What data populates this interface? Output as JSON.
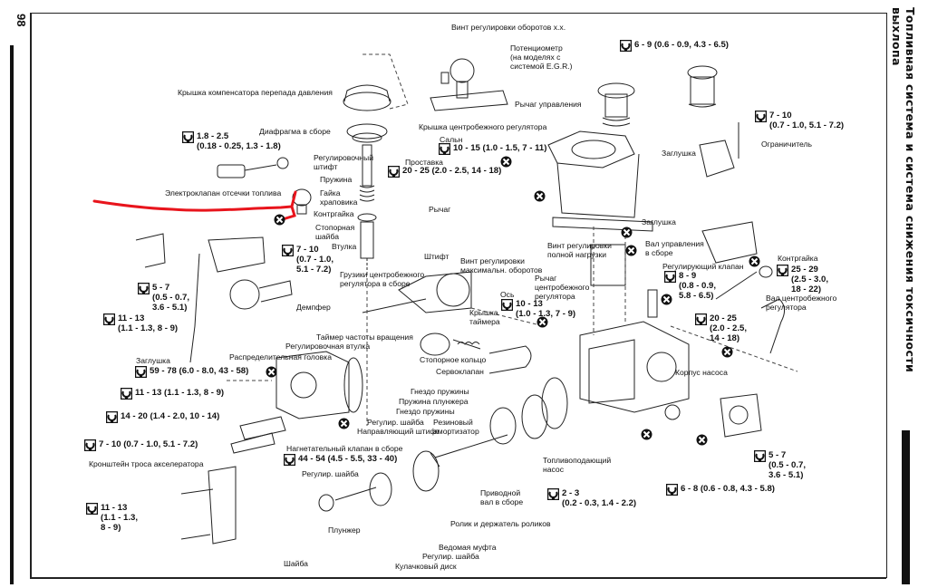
{
  "page": {
    "page_number": "98",
    "side_title": "Топливная система и система снижения токсичности выхлопа",
    "annotation": {
      "type": "freehand-line",
      "color": "#e8141c",
      "points_to": "Электроклапан отсечки топлива"
    }
  },
  "labels": {
    "idle_screw": "Винт регулировки оборотов х.х.",
    "potentiometer": "Потенциометр\n(на моделях с\nсистемой E.G.R.)",
    "comp_cover": "Крышка компенсатора перепада давления",
    "diaphragm": "Диафрагма в сборе",
    "adj_pin": "Регулировочный\nштифт",
    "spring": "Пружина",
    "ratchet_nut": "Гайка\nхраповика",
    "locknut": "Контргайка",
    "lock_washer": "Стопорная\nшайба",
    "bushing": "Втулка",
    "spacer": "Проставка",
    "control_lever": "Рычаг управления",
    "gov_cover": "Крышка центробежного регулятора",
    "seal": "Сальн",
    "plug_top": "Заглушка",
    "limiter": "Ограничитель",
    "fuel_cut_solenoid": "Электроклапан отсечки топлива",
    "lever": "Рычаг",
    "pin": "Штифт",
    "max_speed_screw": "Винт регулировки\nмаксимальн. оборотов",
    "full_load_screw": "Винт регулировки\nполной нагрузки",
    "plug_mid": "Заглушка",
    "control_shaft": "Вал управления\nв сборе",
    "reg_valve": "Регулирующий клапан",
    "locknut_right": "Контргайка",
    "gov_shaft": "Вал центробежного\nрегулятора",
    "flyweights": "Грузики центробежного\nрегулятора в сборе",
    "gov_lever": "Рычаг\nцентробежного\nрегулятора",
    "axle": "Ось",
    "damper": "Демпфер",
    "timer_cover": "Крышка\nтаймера",
    "timer": "Таймер частоты вращения",
    "adj_sleeve": "Регулировочная втулка",
    "dist_head": "Распределительная головка",
    "plug_left": "Заглушка",
    "snap_ring": "Стопорное кольцо",
    "servo_valve": "Сервоклапан",
    "spring_seat1": "Гнездо пружины",
    "plunger_spring": "Пружина плунжера",
    "spring_seat2": "Гнездо пружины",
    "adj_shim": "Регулир. шайба",
    "guide_pin": "Направляющий штифт",
    "rubber_damper": "Резиновый\nамортизатор",
    "delivery_valve": "Нагнетательный клапан в сборе",
    "pump_body": "Корпус насоса",
    "accel_bracket": "Кронштейн троса акселератора",
    "adj_shim2": "Регулир. шайба",
    "plunger": "Плунжер",
    "washer": "Шайба",
    "drive_shaft": "Приводной\nвал в сборе",
    "feed_pump": "Топливоподающий\nнасос",
    "roller_holder": "Ролик и держатель роликов",
    "driven_coupling": "Ведомая муфта",
    "adj_shim3": "Регулир. шайба",
    "cam_disk": "Кулачковый диск"
  },
  "torques": {
    "t_6_9": "6 - 9 (0.6 - 0.9, 4.3 - 6.5)",
    "t_1_8": "1.8 - 2.5\n(0.18 - 0.25, 1.3 - 1.8)",
    "t_7_10_right": "7 - 10\n(0.7 - 1.0, 5.1 - 7.2)",
    "t_10_15": "10 - 15 (1.0 - 1.5, 7 - 11)",
    "t_20_25_top": "20 - 25 (2.0 - 2.5, 14 - 18)",
    "t_7_10_mid": "7 - 10\n(0.7 - 1.0,\n5.1 - 7.2)",
    "t_5_7_left": "5 - 7\n(0.5 - 0.7,\n3.6 - 5.1)",
    "t_11_13_a": "11 - 13\n(1.1 - 1.3, 8 - 9)",
    "t_10_13": "10 - 13\n(1.0 - 1.3, 7 - 9)",
    "t_8_9": "8 - 9\n(0.8 - 0.9,\n5.8 - 6.5)",
    "t_25_29": "25 - 29\n(2.5 - 3.0,\n18 - 22)",
    "t_20_25_right": "20 - 25\n(2.0 - 2.5,\n14 - 18)",
    "t_59_78": "59 - 78 (6.0 - 8.0, 43 - 58)",
    "t_11_13_b": "11 - 13 (1.1 - 1.3, 8 - 9)",
    "t_14_20": "14 - 20 (1.4 - 2.0, 10 - 14)",
    "t_7_10_left": "7 - 10 (0.7 - 1.0, 5.1 - 7.2)",
    "t_44_54": "44 - 54 (4.5 - 5.5, 33 - 40)",
    "t_11_13_c": "11 - 13\n(1.1 - 1.3,\n8 - 9)",
    "t_2_3": "2 - 3\n(0.2 - 0.3, 1.4 - 2.2)",
    "t_6_8": "6 - 8 (0.6 - 0.8, 4.3 - 5.8)",
    "t_5_7_right": "5 - 7\n(0.5 - 0.7,\n3.6 - 5.1)"
  },
  "icons": {
    "torque": "torque-wrench-icon",
    "replace": "do-not-reuse-x-icon"
  }
}
